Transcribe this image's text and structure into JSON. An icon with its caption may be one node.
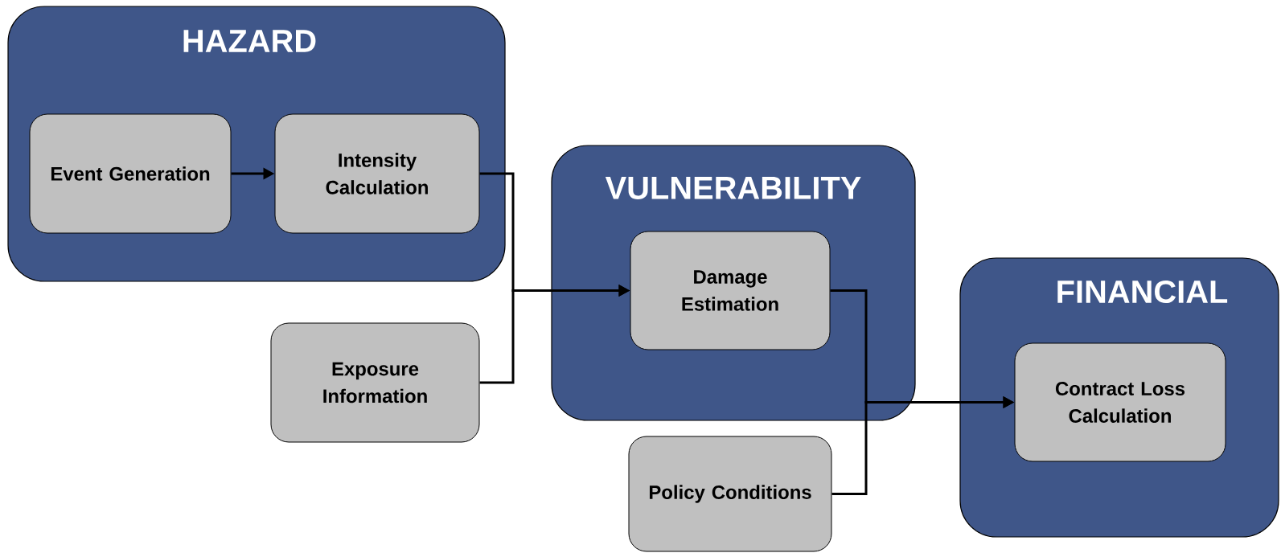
{
  "diagram": {
    "nodes": [
      {
        "text": [
          "HAZARD"
        ]
      },
      {
        "text": [
          "Event Generation"
        ],
        "in": 0
      },
      {
        "text": [
          "Intensity Calculation"
        ],
        "in": 0
      },
      {
        "text": [
          "VULNERABILITY"
        ]
      },
      {
        "text": [
          "Damage Estimation"
        ],
        "in": 3
      },
      {
        "text": [
          "Exposure Information"
        ]
      },
      {
        "text": [
          "FINANCIAL"
        ]
      },
      {
        "text": [
          "Contract Loss Calculation"
        ],
        "in": 6
      },
      {
        "text": [
          "Policy Conditions"
        ]
      }
    ],
    "edges": [
      {
        "from": 1,
        "to": 2,
        "arrow": "to"
      },
      {
        "from": 2,
        "to": 4,
        "arrow": "to"
      },
      {
        "from": 5,
        "to": 4,
        "arrow": "to"
      },
      {
        "from": 4,
        "to": 7,
        "arrow": "to"
      },
      {
        "from": 8,
        "to": 7,
        "arrow": "to"
      }
    ]
  }
}
